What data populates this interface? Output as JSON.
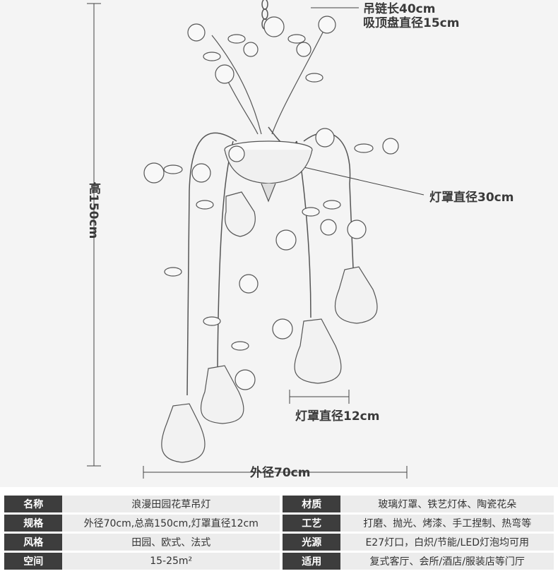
{
  "dimensions": {
    "chain_length": "吊链长40cm",
    "ceiling_plate": "吸顶盘直径15cm",
    "height": "高150cm",
    "main_shade": "灯罩直径30cm",
    "small_shade": "灯罩直径12cm",
    "outer_diameter": "外径70cm"
  },
  "specs": [
    {
      "k1": "名称",
      "v1": "浪漫田园花草吊灯",
      "k2": "材质",
      "v2": "玻璃灯罩、铁艺灯体、陶瓷花朵"
    },
    {
      "k1": "规格",
      "v1": "外径70cm,总高150cm,灯罩直径12cm",
      "k2": "工艺",
      "v2": "打磨、抛光、烤漆、手工捏制、热弯等"
    },
    {
      "k1": "风格",
      "v1": "田园、欧式、法式",
      "k2": "光源",
      "v2": "E27灯口，白炽/节能/LED灯泡均可用"
    },
    {
      "k1": "空间",
      "v1": "15-25m²",
      "k2": "适用",
      "v2": "复式客厅、会所/酒店/服装店等门厅"
    }
  ],
  "colors": {
    "key_bg": "#3d3d3d",
    "val_bg": "#ececec",
    "photo_bg": "#f4f4f4",
    "line": "#444444"
  }
}
